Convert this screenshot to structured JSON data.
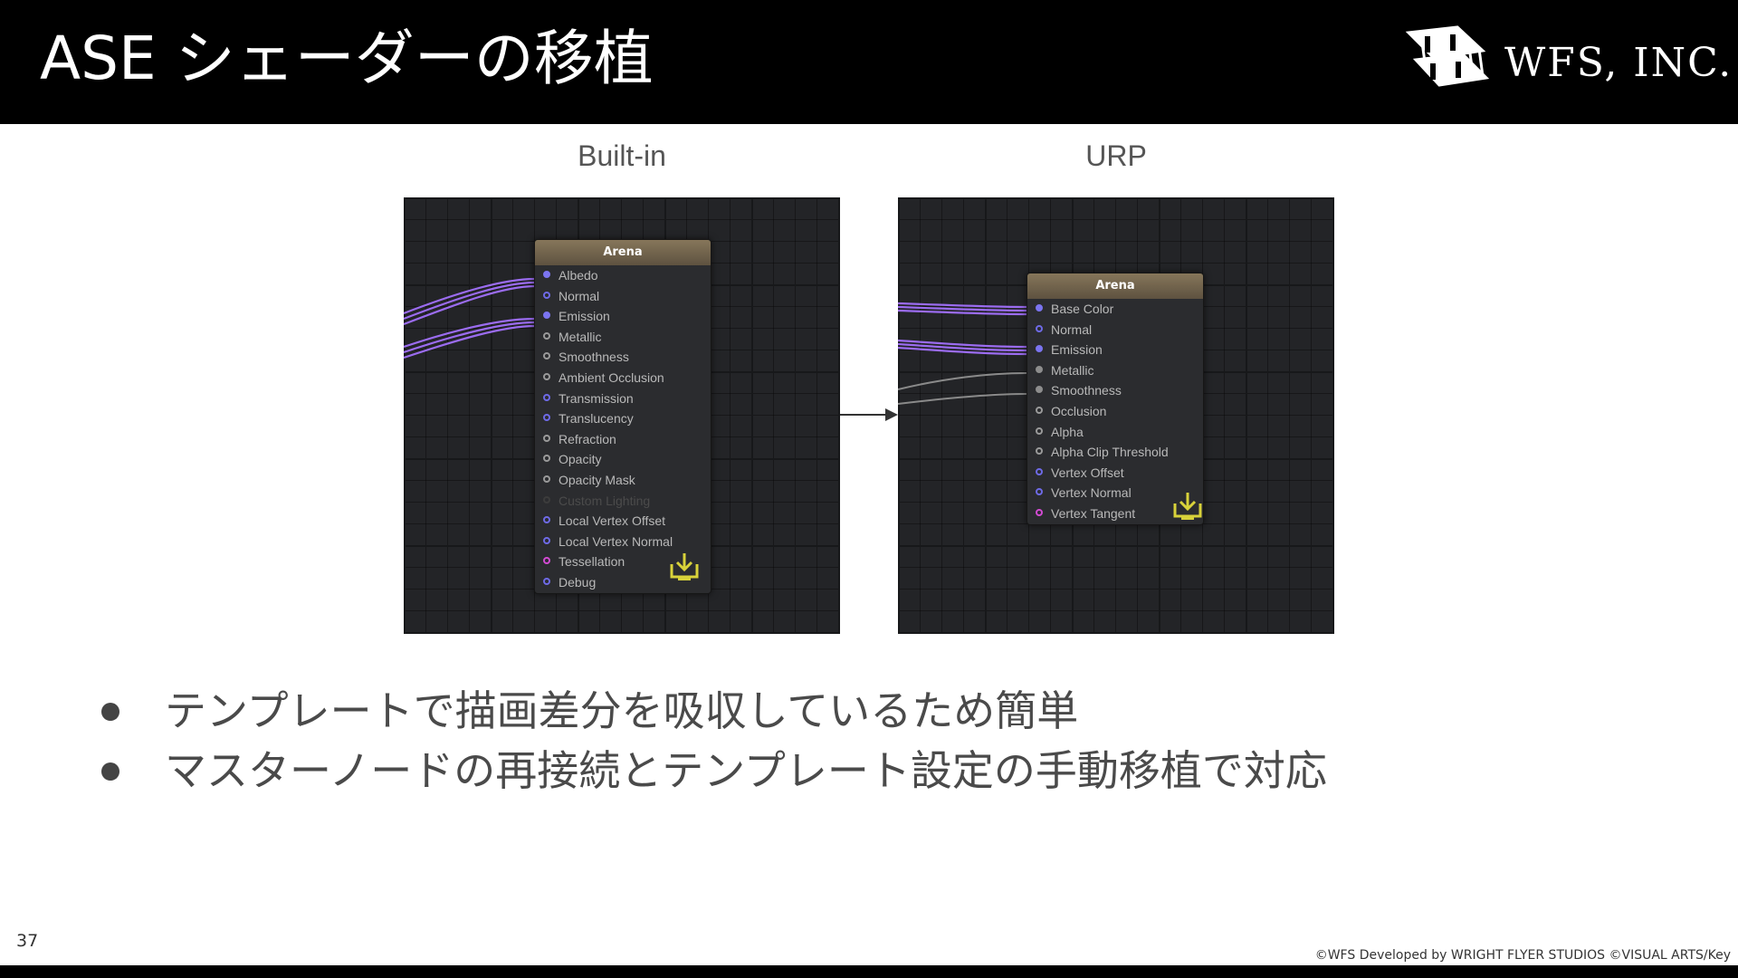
{
  "slide": {
    "title": "ASE シェーダーの移植",
    "logo_text": "WFS, INC.",
    "page_number": "37",
    "copyright": "©WFS Developed by WRIGHT FLYER STUDIOS ©VISUAL ARTS/Key"
  },
  "left_panel": {
    "label": "Built-in",
    "node": {
      "title": "Arena",
      "ports": [
        {
          "label": "Albedo",
          "style": "filled-blue"
        },
        {
          "label": "Normal",
          "style": "ring-blue"
        },
        {
          "label": "Emission",
          "style": "filled-blue"
        },
        {
          "label": "Metallic",
          "style": "ring-grey"
        },
        {
          "label": "Smoothness",
          "style": "ring-grey"
        },
        {
          "label": "Ambient Occlusion",
          "style": "ring-grey"
        },
        {
          "label": "Transmission",
          "style": "ring-blue"
        },
        {
          "label": "Translucency",
          "style": "ring-blue"
        },
        {
          "label": "Refraction",
          "style": "ring-grey"
        },
        {
          "label": "Opacity",
          "style": "ring-grey"
        },
        {
          "label": "Opacity Mask",
          "style": "ring-grey"
        },
        {
          "label": "Custom Lighting",
          "style": "ring-dim"
        },
        {
          "label": "Local Vertex Offset",
          "style": "ring-blue"
        },
        {
          "label": "Local Vertex Normal",
          "style": "ring-blue"
        },
        {
          "label": "Tessellation",
          "style": "ring-magenta"
        },
        {
          "label": "Debug",
          "style": "ring-blue"
        }
      ]
    }
  },
  "right_panel": {
    "label": "URP",
    "node": {
      "title": "Arena",
      "ports": [
        {
          "label": "Base Color",
          "style": "filled-blue"
        },
        {
          "label": "Normal",
          "style": "ring-blue"
        },
        {
          "label": "Emission",
          "style": "filled-blue"
        },
        {
          "label": "Metallic",
          "style": "filled-grey"
        },
        {
          "label": "Smoothness",
          "style": "filled-grey"
        },
        {
          "label": "Occlusion",
          "style": "ring-grey"
        },
        {
          "label": "Alpha",
          "style": "ring-grey"
        },
        {
          "label": "Alpha Clip Threshold",
          "style": "ring-grey"
        },
        {
          "label": "Vertex Offset",
          "style": "ring-blue"
        },
        {
          "label": "Vertex Normal",
          "style": "ring-blue"
        },
        {
          "label": "Vertex Tangent",
          "style": "ring-magenta"
        }
      ]
    }
  },
  "bullets": [
    "テンプレートで描画差分を吸収しているため簡単",
    "マスターノードの再接続とテンプレート設定の手動移植で対応"
  ],
  "colors": {
    "header_bg": "#000000",
    "wire_purple": "#9b6cf0",
    "wire_grey": "#8a8a8a",
    "icon_yellow": "#d8d23a"
  },
  "icons": {
    "logo": "wright-flyer-plane-icon",
    "master_node": "download-tray-icon",
    "transition": "arrow-right-icon"
  }
}
